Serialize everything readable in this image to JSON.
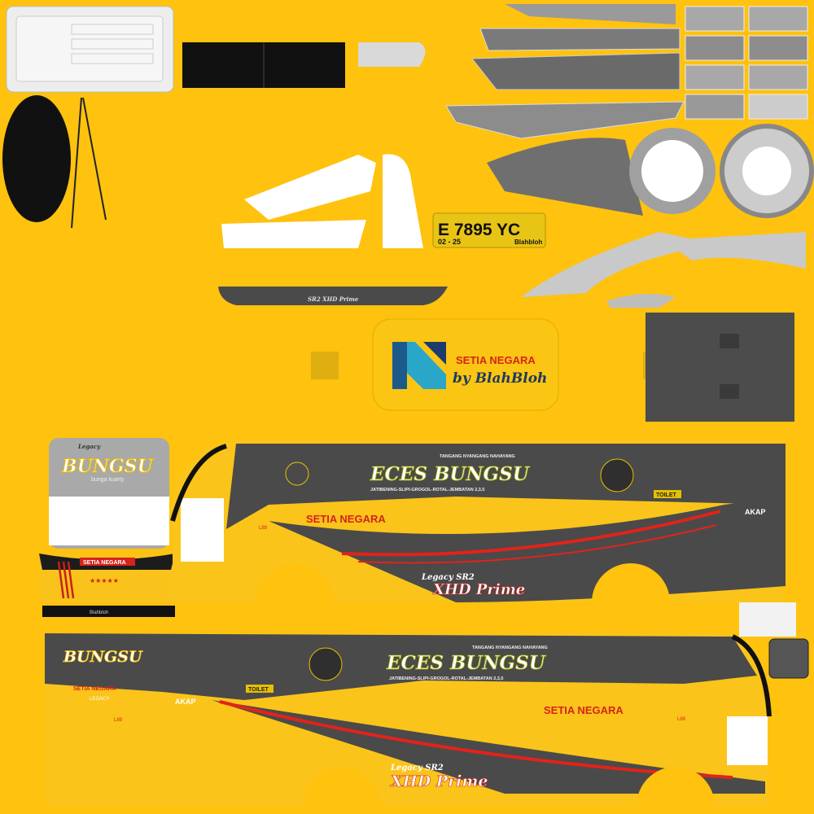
{
  "colors": {
    "background": "#FEC20F",
    "panel": "#4A4A4A",
    "red": "#E2231A",
    "white": "#FFFFFF",
    "silver": "#B8B8B8"
  },
  "plate": {
    "number": "E  7895  YC",
    "date": "02 - 25",
    "maker": "Blahbloh"
  },
  "logo_badge": {
    "name": "SETIA NEGARA",
    "by": "by BlahBloh"
  },
  "front": {
    "brand": "BUNGSU",
    "tagline": "bunga kuarty",
    "model": "SR2 XHD Prime",
    "model_prefix": "Legacy",
    "name_banner": "SETIA NEGARA",
    "rear_text": "LEGACY",
    "bottom_strip": "Blahbloh"
  },
  "side": {
    "title": "ECES BUNGSU",
    "slogan": "TANGANG NYANGANG NAHAYANG",
    "route": "JATIBENING-SLIPI-GROGOL-ROTAL-JEMBATAN 2,3,5",
    "operator": "SETIA NEGARA",
    "class": "AKAP",
    "toilet": "TOILET",
    "model_prefix": "Legacy SR2",
    "model": "XHD Prime",
    "small_mark": "L89",
    "top_bar": "SR2 XHD Prime"
  }
}
